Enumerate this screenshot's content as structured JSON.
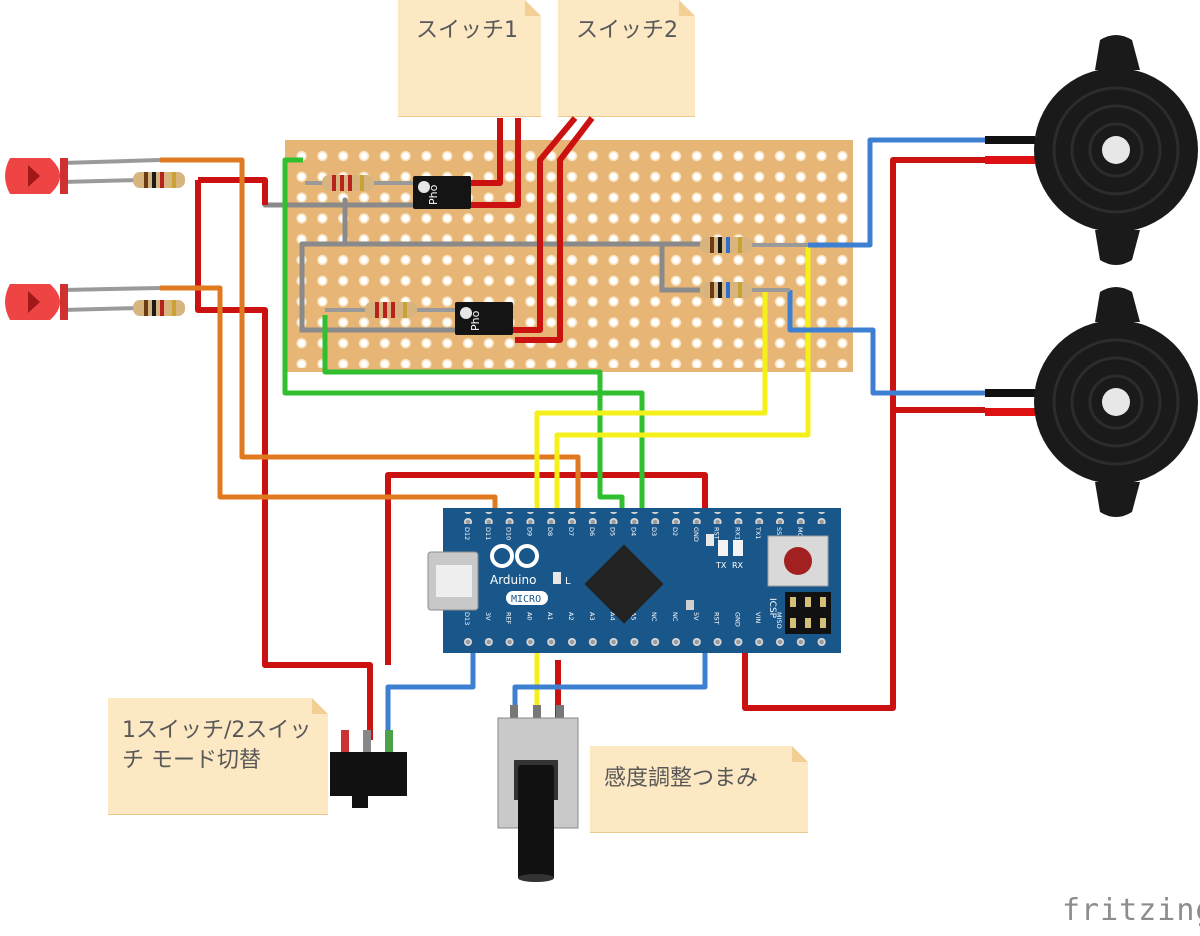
{
  "notes": {
    "switch1": "スイッチ1",
    "switch2": "スイッチ2",
    "mode_switch": "1スイッチ/2スイッチ モード切替",
    "sensitivity": "感度調整つまみ"
  },
  "board": {
    "logo": "Arduino",
    "sub_label": "MICRO",
    "led_l": "L",
    "tx": "TX",
    "rx": "RX",
    "icsp": "ICSP",
    "top_pins": [
      "D12",
      "D11",
      "D10",
      "D9",
      "D8",
      "D7",
      "D6",
      "D5",
      "D4",
      "D3",
      "D2",
      "GND",
      "RST",
      "RX1",
      "TX1",
      "SS",
      "MOSI"
    ],
    "bottom_pins": [
      "D13",
      "3V",
      "REF",
      "A0",
      "A1",
      "A2",
      "A3",
      "A4",
      "A5",
      "NC",
      "NC",
      "5V",
      "RST",
      "GND",
      "VIN",
      "MISO",
      "SCK"
    ]
  },
  "photo_label": "Pho",
  "brand": "fritzing",
  "colors": {
    "wire_red": "#cc1111",
    "wire_orange": "#e07a1f",
    "wire_green": "#2fbf2f",
    "wire_yellow": "#f5ef1a",
    "wire_blue": "#3d7fd1",
    "wire_gray": "#8a8a8a",
    "stripboard": "#e7b676",
    "arduino": "#19568a"
  }
}
